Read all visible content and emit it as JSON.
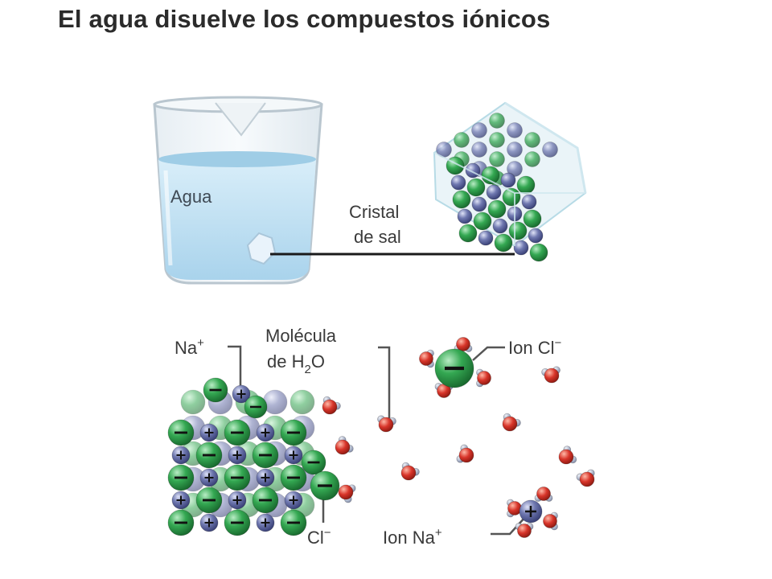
{
  "title": "El agua disuelve los compuestos iónicos",
  "labels": {
    "water": "Agua",
    "crystal_line1": "Cristal",
    "crystal_line2": "de sal",
    "na": "Na",
    "na_charge": "+",
    "molecule_line1": "Molécula",
    "molecule_line2_a": "de H",
    "molecule_line2_sub": "2",
    "molecule_line2_b": "O",
    "ion_cl": "Ion Cl",
    "ion_cl_charge": "−",
    "cl": "Cl",
    "cl_charge": "−",
    "ion_na": "Ion Na",
    "ion_na_charge": "+"
  },
  "colors": {
    "chloride": "#2f9a48",
    "sodium": "#6f78b0",
    "oxygen": "#d8352a",
    "hydrogen": "#9aa6c2",
    "water": "#bfe0f2"
  }
}
